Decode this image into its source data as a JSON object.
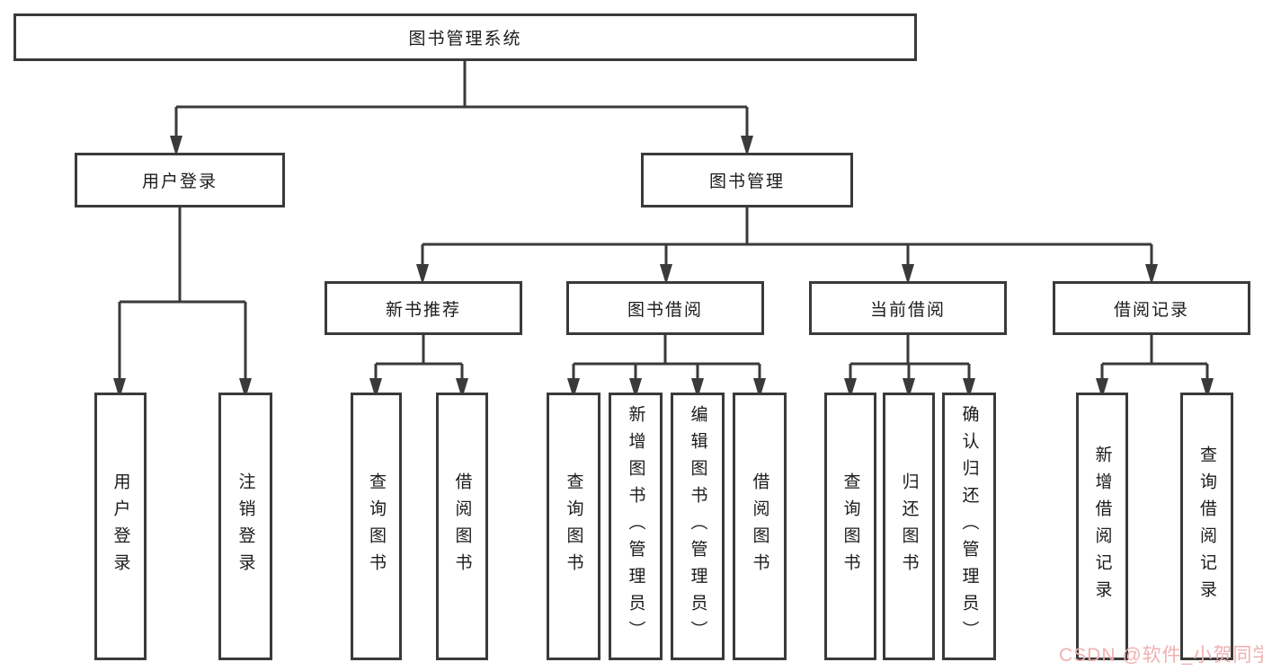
{
  "diagram_title": "图书管理系统",
  "colors": {
    "line": "#3a3a3a",
    "box_border": "#3a3a3a",
    "box_fill": "#ffffff",
    "text": "#1b1b1b",
    "watermark": "#f0b0b0"
  },
  "tree": {
    "root": {
      "label": "图书管理系统"
    },
    "branches": [
      {
        "label": "用户登录",
        "children": [
          {
            "label": "用户登录"
          },
          {
            "label": "注销登录"
          }
        ]
      },
      {
        "label": "图书管理",
        "children": [
          {
            "label": "新书推荐",
            "children": [
              {
                "label": "查询图书"
              },
              {
                "label": "借阅图书"
              }
            ]
          },
          {
            "label": "图书借阅",
            "children": [
              {
                "label": "查询图书"
              },
              {
                "label": "新增图书（管理员）"
              },
              {
                "label": "编辑图书（管理员）"
              },
              {
                "label": "借阅图书"
              }
            ]
          },
          {
            "label": "当前借阅",
            "children": [
              {
                "label": "查询图书"
              },
              {
                "label": "归还图书"
              },
              {
                "label": "确认归还（管理员）"
              }
            ]
          },
          {
            "label": "借阅记录",
            "children": [
              {
                "label": "新增借阅记录"
              },
              {
                "label": "查询借阅记录"
              }
            ]
          }
        ]
      }
    ]
  },
  "watermark": {
    "text": "CSDN @软件_小贺同学"
  }
}
